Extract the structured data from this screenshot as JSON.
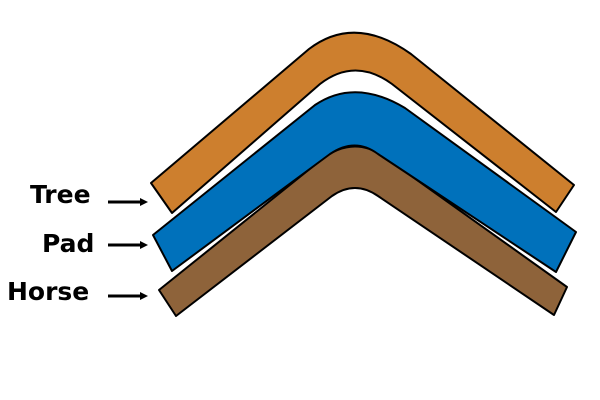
{
  "diagram": {
    "layers": [
      {
        "label": "Tree",
        "color": "#cd7f2e"
      },
      {
        "label": "Pad",
        "color": "#0071bb"
      },
      {
        "label": "Horse",
        "color": "#8e633a"
      }
    ],
    "outline_color": "#000000",
    "background": "#ffffff"
  }
}
